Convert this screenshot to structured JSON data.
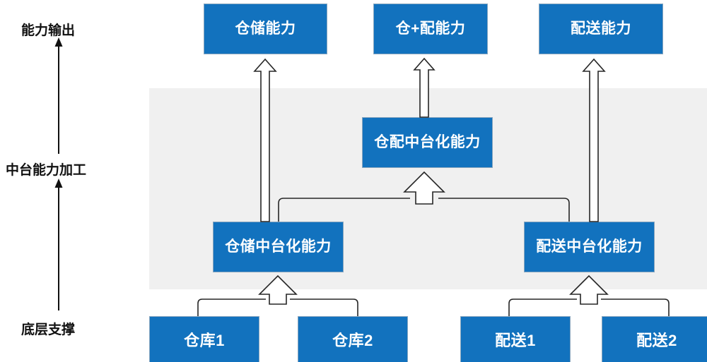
{
  "diagram": {
    "title_axis": {
      "labels": [
        {
          "id": "output",
          "text": "能力输出"
        },
        {
          "id": "midplatform",
          "text": "中台能力加工"
        },
        {
          "id": "foundation",
          "text": "底层支撑"
        }
      ]
    },
    "layers": {
      "output": {
        "boxes": [
          {
            "id": "warehouse-capability",
            "label": "仓储能力"
          },
          {
            "id": "warehouse-plus-delivery-capability",
            "label": "仓+配能力"
          },
          {
            "id": "delivery-capability",
            "label": "配送能力"
          }
        ]
      },
      "middle_platform": {
        "boxes": [
          {
            "id": "wd-midplatform-capability",
            "label": "仓配中台化能力"
          },
          {
            "id": "warehouse-midplatform-capability",
            "label": "仓储中台化能力"
          },
          {
            "id": "delivery-midplatform-capability",
            "label": "配送中台化能力"
          }
        ]
      },
      "foundation": {
        "boxes": [
          {
            "id": "warehouse-1",
            "label": "仓库1"
          },
          {
            "id": "warehouse-2",
            "label": "仓库2"
          },
          {
            "id": "delivery-1",
            "label": "配送1"
          },
          {
            "id": "delivery-2",
            "label": "配送2"
          }
        ]
      }
    },
    "colors": {
      "box_fill": "#1272be",
      "box_border": "#8aa7bf",
      "band_fill": "#f0f0f0",
      "arrow_stroke": "#262626",
      "arrow_fill": "#ffffff",
      "text": "#ffffff",
      "axis": "#111111",
      "page_bg": "#ffffff"
    }
  }
}
